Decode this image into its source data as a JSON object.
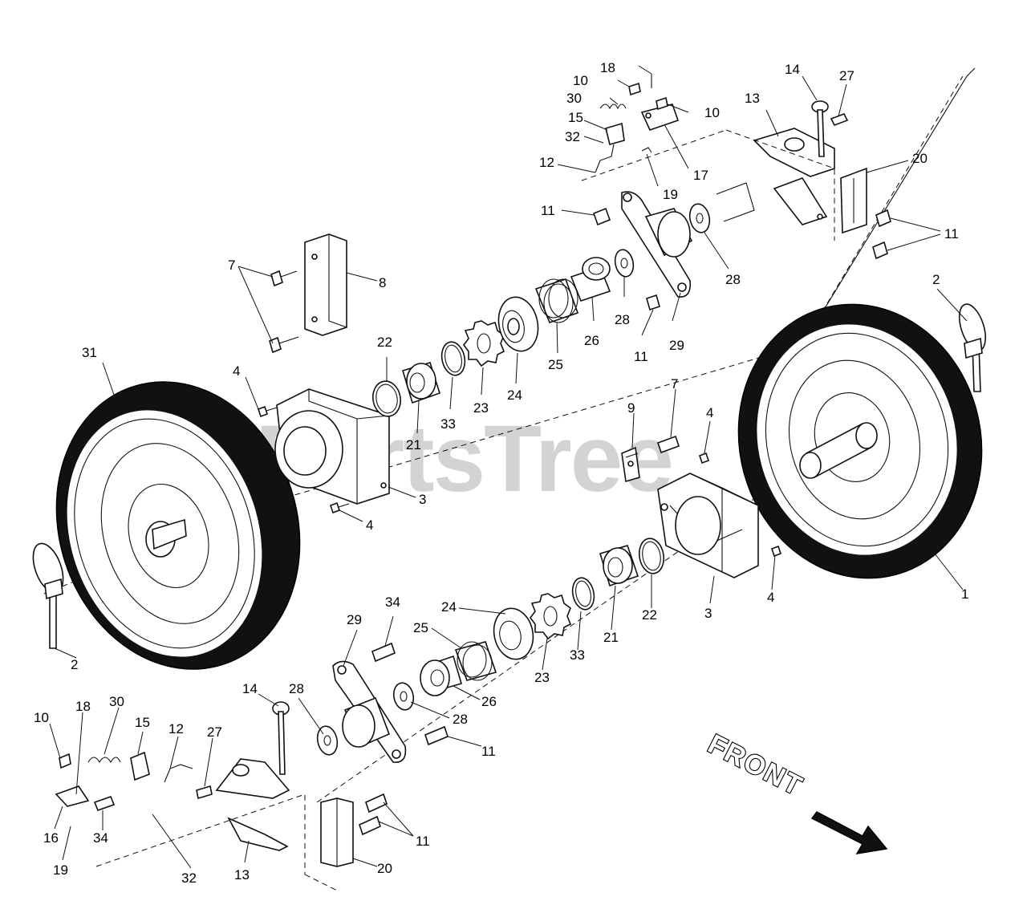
{
  "watermark": "PartsTree",
  "front_label": "FRONT",
  "callouts": {
    "n1": "1",
    "n2": "2",
    "n3": "3",
    "n4": "4",
    "n7": "7",
    "n8": "8",
    "n9": "9",
    "n10": "10",
    "n11": "11",
    "n12": "12",
    "n13": "13",
    "n14": "14",
    "n15": "15",
    "n16": "16",
    "n17": "17",
    "n18": "18",
    "n19": "19",
    "n20": "20",
    "n21": "21",
    "n22": "22",
    "n23": "23",
    "n24": "24",
    "n25": "25",
    "n26": "26",
    "n27": "27",
    "n28": "28",
    "n29": "29",
    "n30": "30",
    "n31": "31",
    "n32": "32",
    "n33": "33",
    "n34": "34"
  }
}
